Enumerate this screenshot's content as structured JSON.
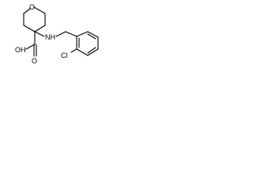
{
  "structure": {
    "atoms": {
      "ring_oxygen": "O",
      "amine": "NH",
      "carboxyl_oh": "OH",
      "carboxyl_o": "O",
      "chloro": "Cl"
    },
    "colors": {
      "bond": "#000000",
      "label": "#000000",
      "background": "#ffffff"
    }
  }
}
